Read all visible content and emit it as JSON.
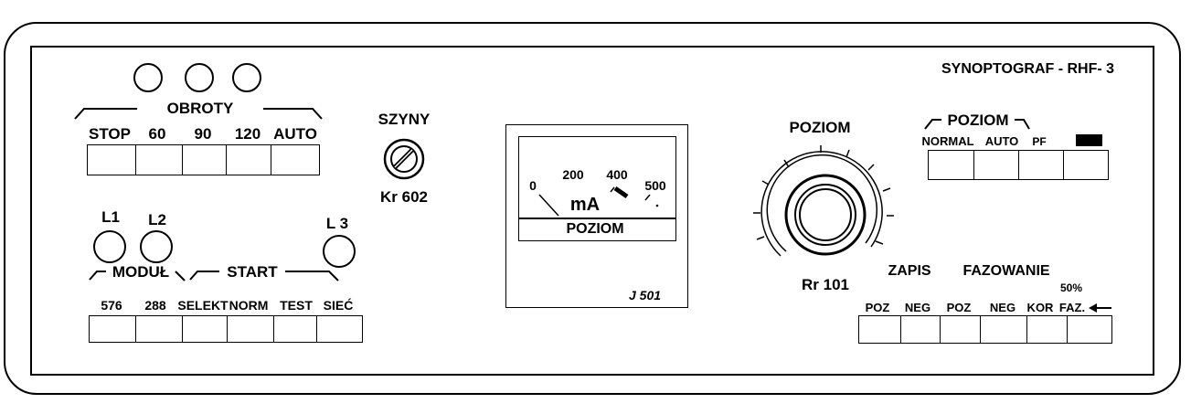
{
  "panel": {
    "model": "SYNOPTOGRAF - RHF- 3"
  },
  "obroty": {
    "title": "OBROTY",
    "buttons": [
      "STOP",
      "60",
      "90",
      "120",
      "AUTO"
    ]
  },
  "szyny": {
    "title": "SZYNY",
    "code": "Kr 602"
  },
  "meter": {
    "scale": [
      "0",
      "200",
      "400",
      "500"
    ],
    "unit": "mA",
    "label": "POZIOM",
    "code": "J 501"
  },
  "knob": {
    "title": "POZIOM",
    "code": "Rr 101"
  },
  "poziom_switch": {
    "title": "POZIOM",
    "buttons": [
      "NORMAL",
      "AUTO",
      "PF",
      ""
    ]
  },
  "lamps_left": {
    "l1": "L1",
    "l2": "L2",
    "l3": "L 3"
  },
  "modul_start": {
    "modul_title": "MODUŁ",
    "start_title": "START",
    "buttons": [
      "576",
      "288",
      "SELEKT",
      "NORM",
      "TEST",
      "SIEĆ"
    ]
  },
  "zapis_fazowanie": {
    "zapis_title": "ZAPIS",
    "fazowanie_title": "FAZOWANIE",
    "percent": "50%",
    "buttons": [
      "POZ",
      "NEG",
      "POZ",
      "NEG",
      "KOR",
      "FAZ."
    ]
  }
}
